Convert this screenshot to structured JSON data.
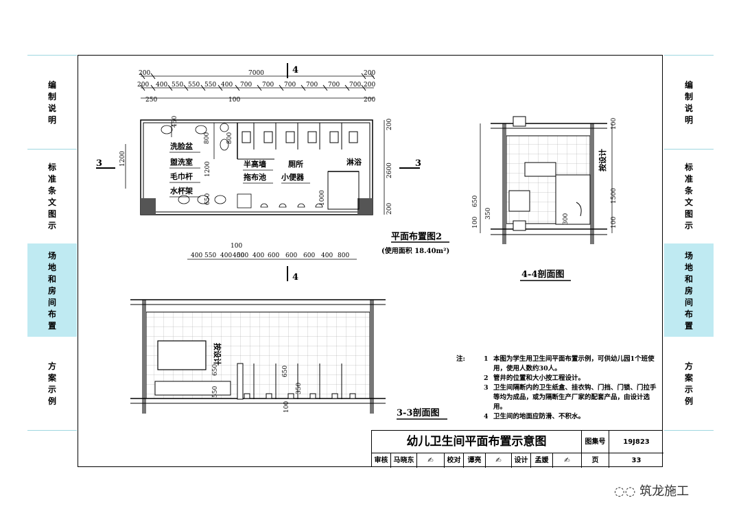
{
  "side_tabs": [
    {
      "label": "编制说明",
      "active": false
    },
    {
      "label": "标准条文图示",
      "active": false
    },
    {
      "label": "场地和房间布置",
      "active": true
    },
    {
      "label": "方案示例",
      "active": false
    }
  ],
  "colors": {
    "active_tab": "#bfeaf2",
    "separator": "#9ed6df",
    "line": "#000000"
  },
  "plan": {
    "title": "平面布置图2",
    "subtitle": "(使用面积 18.40m²)",
    "top_dims_row1": [
      "200",
      "7000",
      "200"
    ],
    "top_dims_row2": [
      "200",
      "400",
      "550",
      "550",
      "550",
      "400",
      "700",
      "700",
      "700",
      "700",
      "700",
      "700",
      "200"
    ],
    "top_dims_row3": [
      "250",
      "100",
      "200"
    ],
    "bottom_dims_top": "100",
    "bottom_dims": [
      "400",
      "550",
      "400",
      "400",
      "500",
      "400",
      "600",
      "600",
      "600",
      "400",
      "800"
    ],
    "left_dim": "1200",
    "right_dim": "2600",
    "right_dims_small": [
      "200",
      "200"
    ],
    "inner_dims": [
      "450",
      "800",
      "800",
      "1200",
      "650",
      "1000"
    ],
    "section_marks": [
      "3",
      "3",
      "4",
      "4"
    ],
    "room_labels": [
      "洗脸盆",
      "盥洗室",
      "毛巾杆",
      "水杯架",
      "半高墙",
      "拖布池",
      "厕所",
      "小便器",
      "淋浴"
    ]
  },
  "section44": {
    "title": "4-4剖面图",
    "dims": [
      "650",
      "350",
      "100",
      "100",
      "1500",
      "300",
      "100"
    ],
    "note": "按设计"
  },
  "section33": {
    "title": "3-3剖面图",
    "dims": [
      "650",
      "550",
      "650",
      "350",
      "100"
    ],
    "note": "按设计"
  },
  "notes": {
    "head": "注: ",
    "items": [
      {
        "num": "1",
        "text": "本图为学生用卫生间平面布置示例，可供幼儿园1个班使用，使用人数约30人。"
      },
      {
        "num": "2",
        "text": "管井的位置和大小按工程设计。"
      },
      {
        "num": "3",
        "text": "卫生间隔断内的卫生纸盒、挂衣钩、门挡、门锁、门拉手等均为成品，或为隔断生产厂家的配套产品，由设计选用。"
      },
      {
        "num": "4",
        "text": "卫生间的地面应防滑、不积水。"
      }
    ]
  },
  "titleblock": {
    "title": "幼儿卫生间平面布置示意图",
    "atlas_label": "图集号",
    "atlas_no": "19J823",
    "review_label": "审核",
    "reviewer": "马晓东",
    "check_label": "校对",
    "checker": "谭亮",
    "design_label": "设计",
    "designer": "孟媛",
    "page_label": "页",
    "page_no": "33"
  },
  "watermark": "筑龙施工"
}
